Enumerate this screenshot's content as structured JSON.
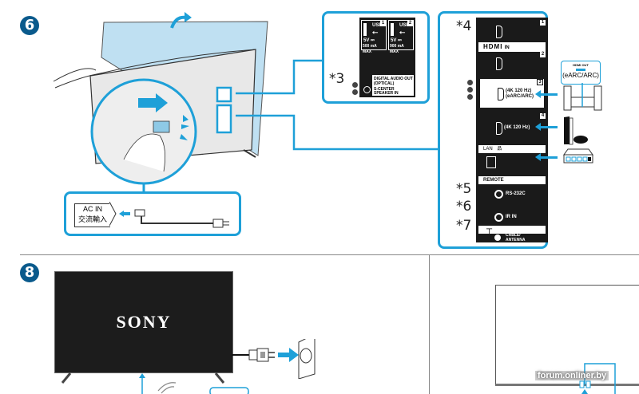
{
  "steps": {
    "step6": {
      "number": "6",
      "ac_label_line1": "AC IN",
      "ac_label_line2": "交流輸入"
    },
    "step8": {
      "number": "8",
      "brand": "SONY"
    }
  },
  "usb_panel": {
    "ports": [
      {
        "label": "USB",
        "num": "1",
        "power": "5V ⎓",
        "current": "500 mA MAX"
      },
      {
        "label": "USB",
        "num": "2",
        "power": "5V ⎓",
        "current": "900 mA MAX"
      }
    ],
    "note_marker": "*3",
    "audio_out_line1": "DIGITAL AUDIO OUT",
    "audio_out_line2": "(OPTICAL)",
    "speaker_line1": "S-CENTER",
    "speaker_line2": "SPEAKER IN"
  },
  "io_panel": {
    "hdmi_note": "*4",
    "hdmi_logo": "HDMI",
    "hdmi_in": "IN",
    "hdmi_ports": [
      {
        "num": "1",
        "spec1": "",
        "spec2": ""
      },
      {
        "num": "2",
        "spec1": "",
        "spec2": ""
      },
      {
        "num": "3",
        "spec1": "(4K 120 Hz)",
        "spec2": "(eARC/ARC)"
      },
      {
        "num": "4",
        "spec1": "(4K 120 Hz)",
        "spec2": ""
      }
    ],
    "lan_label": "LAN",
    "remote_label": "REMOTE",
    "rs232_note": "*5",
    "rs232_label": "RS-232C",
    "irin_note": "*6",
    "irin_label": "IR IN",
    "antenna_note": "*7",
    "antenna_line1": "CABLE/",
    "antenna_line2": "ANTENNA"
  },
  "devices": {
    "hdmi_out_label": "HDMI OUT",
    "earc_label": "(eARC/ARC)",
    "items": [
      "sound-system",
      "game-console",
      "network-router"
    ]
  },
  "watermark": "forum.onliner.by"
}
